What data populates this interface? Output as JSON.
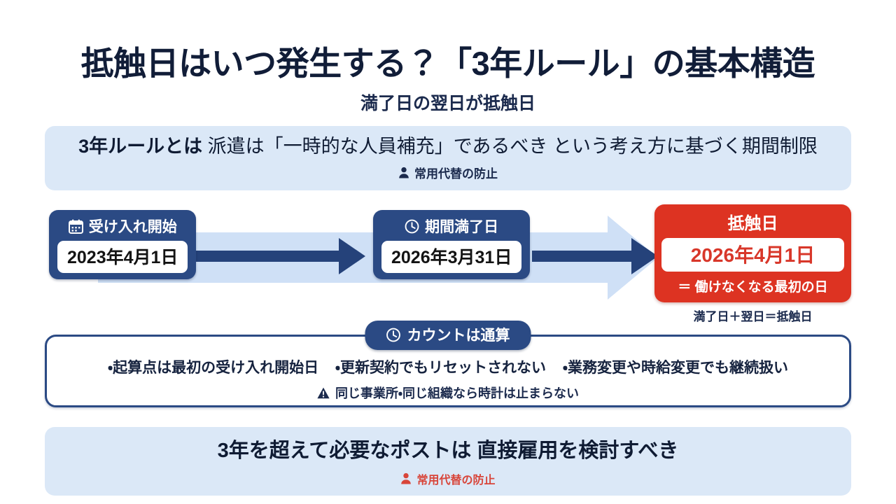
{
  "header": {
    "title": "抵触日はいつ発生する？「3年ルール」の基本構造",
    "subtitle": "満了日の翌日が抵触日"
  },
  "top_banner": {
    "lead": "3年ルールとは",
    "body": "派遣は「一時的な人員補充」であるべき という考え方に基づく期間制限",
    "note": "常用代替の防止",
    "note_icon": "person-icon"
  },
  "timeline": {
    "nodes": [
      {
        "icon": "calendar-icon",
        "label": "受け入れ開始",
        "date": "2023年4月1日"
      },
      {
        "icon": "clock-icon",
        "label": "期間満了日",
        "date": "2026年3月31日"
      }
    ],
    "result": {
      "title": "抵触日",
      "date": "2026年4月1日",
      "sub": "＝ 働けなくなる最初の日",
      "caption": "満了日＋翌日＝抵触日"
    }
  },
  "count_section": {
    "badge_label": "カウントは通算",
    "badge_icon": "clock-icon",
    "bullets": [
      "・起算点は最初の受け入れ開始日",
      "・更新契約でもリセットされない",
      "・業務変更や時給変更でも継続扱い"
    ],
    "note": "同じ事業所・同じ組織なら時計は止まらない",
    "note_icon": "warning-icon"
  },
  "bottom_banner": {
    "main": "3年を超えて必要なポストは 直接雇用を検討すべき",
    "note": "常用代替の防止",
    "note_icon": "person-icon"
  },
  "colors": {
    "navy": "#2b4a84",
    "dark_navy": "#111d38",
    "red": "#dd3322",
    "light_blue": "#dbe8f7",
    "band_blue": "#cfe0f6"
  }
}
